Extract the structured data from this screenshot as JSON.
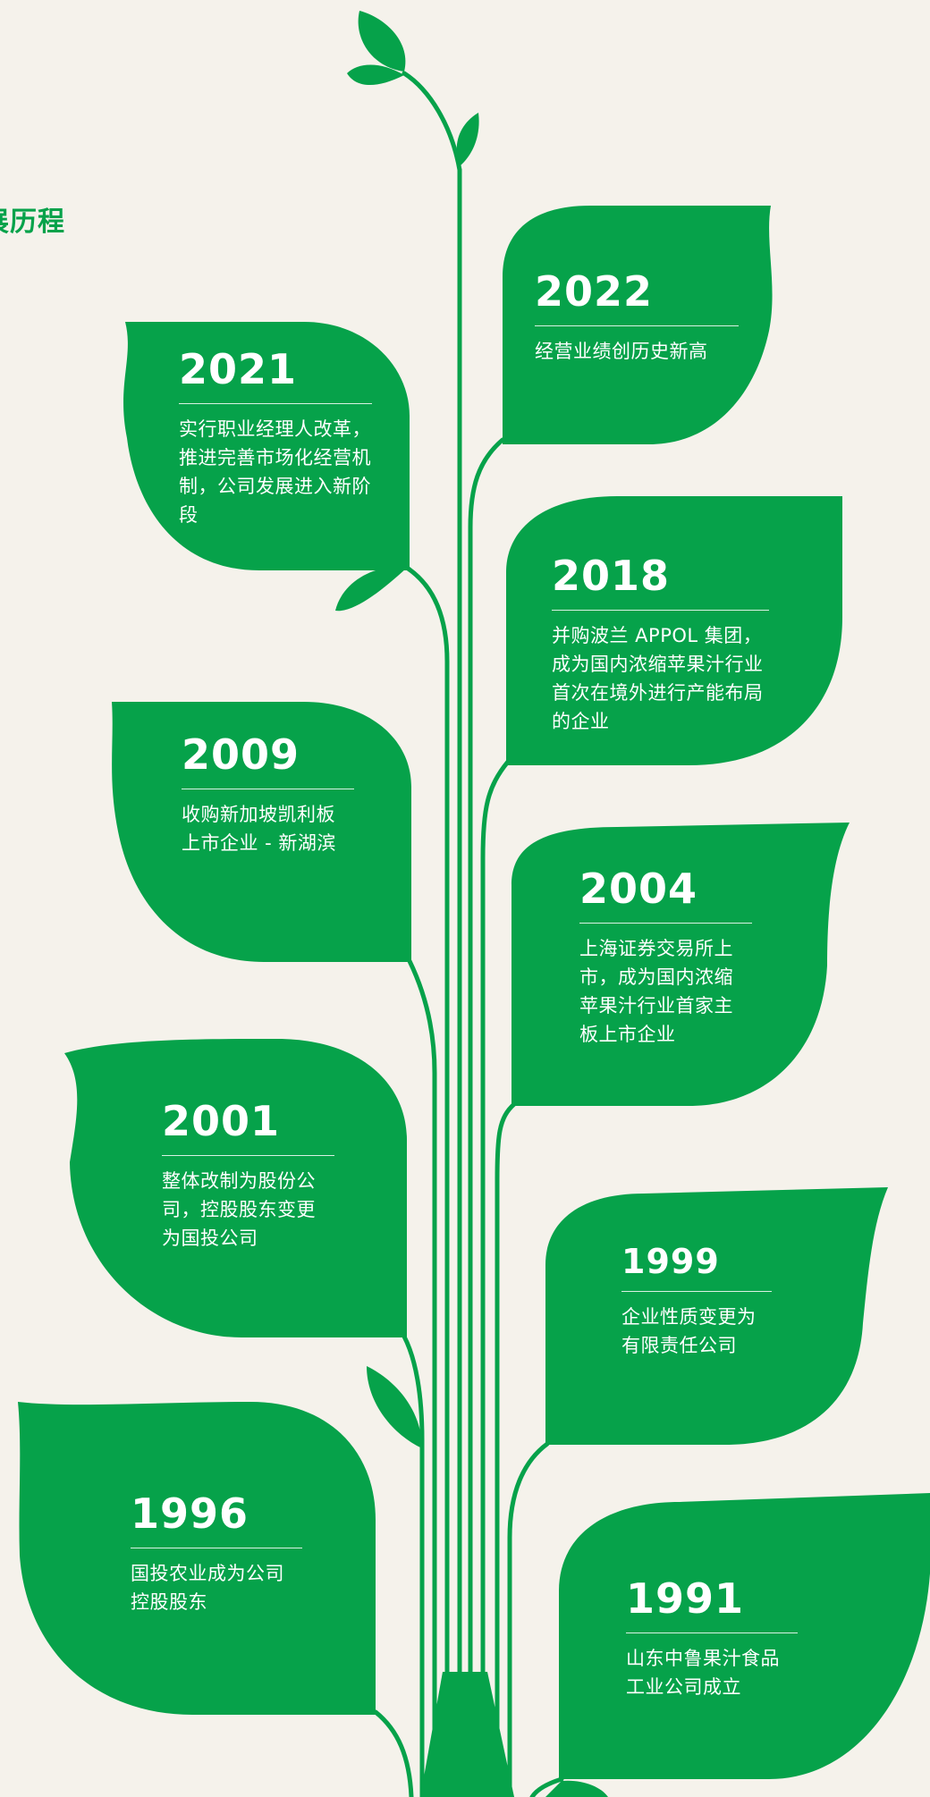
{
  "page_title": "展历程",
  "theme": {
    "background": "#f5f2eb",
    "leaf_green": "#06a24a",
    "text_color": "#ffffff"
  },
  "milestones": [
    {
      "year": "2022",
      "text": "经营业绩创历史新高"
    },
    {
      "year": "2021",
      "text": "实行职业经理人改革，推进完善市场化经营机制，公司发展进入新阶段"
    },
    {
      "year": "2018",
      "text": "并购波兰 APPOL 集团，成为国内浓缩苹果汁行业首次在境外进行产能布局的企业"
    },
    {
      "year": "2009",
      "text": "收购新加坡凯利板上市企业 - 新湖滨"
    },
    {
      "year": "2004",
      "text": "上海证券交易所上市，成为国内浓缩苹果汁行业首家主板上市企业"
    },
    {
      "year": "2001",
      "text": "整体改制为股份公司，控股股东变更为国投公司"
    },
    {
      "year": "1999",
      "text": "企业性质变更为有限责任公司"
    },
    {
      "year": "1996",
      "text": "国投农业成为公司控股股东"
    },
    {
      "year": "1991",
      "text": "山东中鲁果汁食品工业公司成立"
    }
  ]
}
